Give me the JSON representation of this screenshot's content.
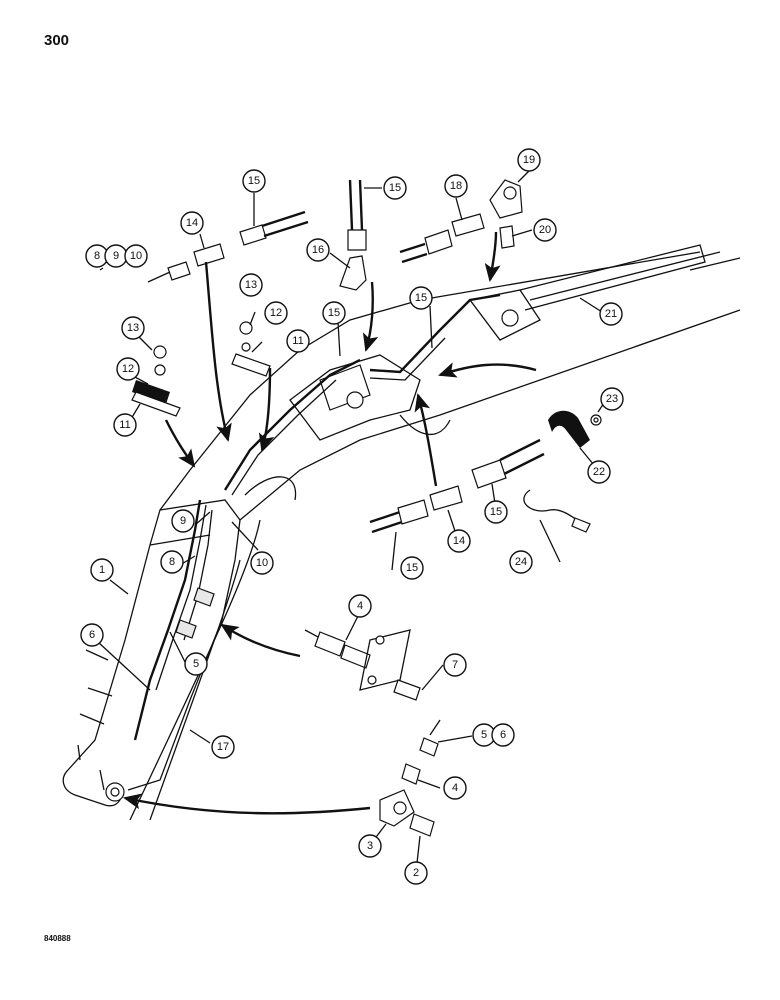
{
  "page_number": "300",
  "figure_code": "840888",
  "callouts": [
    {
      "id": "c1",
      "label": "1"
    },
    {
      "id": "c2",
      "label": "2"
    },
    {
      "id": "c3",
      "label": "3"
    },
    {
      "id": "c4a",
      "label": "4"
    },
    {
      "id": "c4b",
      "label": "4"
    },
    {
      "id": "c5a",
      "label": "5"
    },
    {
      "id": "c5b",
      "label": "5"
    },
    {
      "id": "c6a",
      "label": "6"
    },
    {
      "id": "c6b",
      "label": "6"
    },
    {
      "id": "c7",
      "label": "7"
    },
    {
      "id": "c8a",
      "label": "8"
    },
    {
      "id": "c8b",
      "label": "8"
    },
    {
      "id": "c9a",
      "label": "9"
    },
    {
      "id": "c9b",
      "label": "9"
    },
    {
      "id": "c10a",
      "label": "10"
    },
    {
      "id": "c10b",
      "label": "10"
    },
    {
      "id": "c11a",
      "label": "11"
    },
    {
      "id": "c11b",
      "label": "11"
    },
    {
      "id": "c12a",
      "label": "12"
    },
    {
      "id": "c12b",
      "label": "12"
    },
    {
      "id": "c13a",
      "label": "13"
    },
    {
      "id": "c13b",
      "label": "13"
    },
    {
      "id": "c14a",
      "label": "14"
    },
    {
      "id": "c14b",
      "label": "14"
    },
    {
      "id": "c15a",
      "label": "15"
    },
    {
      "id": "c15b",
      "label": "15"
    },
    {
      "id": "c15c",
      "label": "15"
    },
    {
      "id": "c15d",
      "label": "15"
    },
    {
      "id": "c15e",
      "label": "15"
    },
    {
      "id": "c15f",
      "label": "15"
    },
    {
      "id": "c16",
      "label": "16"
    },
    {
      "id": "c17",
      "label": "17"
    },
    {
      "id": "c18",
      "label": "18"
    },
    {
      "id": "c19",
      "label": "19"
    },
    {
      "id": "c20",
      "label": "20"
    },
    {
      "id": "c21",
      "label": "21"
    },
    {
      "id": "c22",
      "label": "22"
    },
    {
      "id": "c23",
      "label": "23"
    },
    {
      "id": "c24",
      "label": "24"
    }
  ]
}
